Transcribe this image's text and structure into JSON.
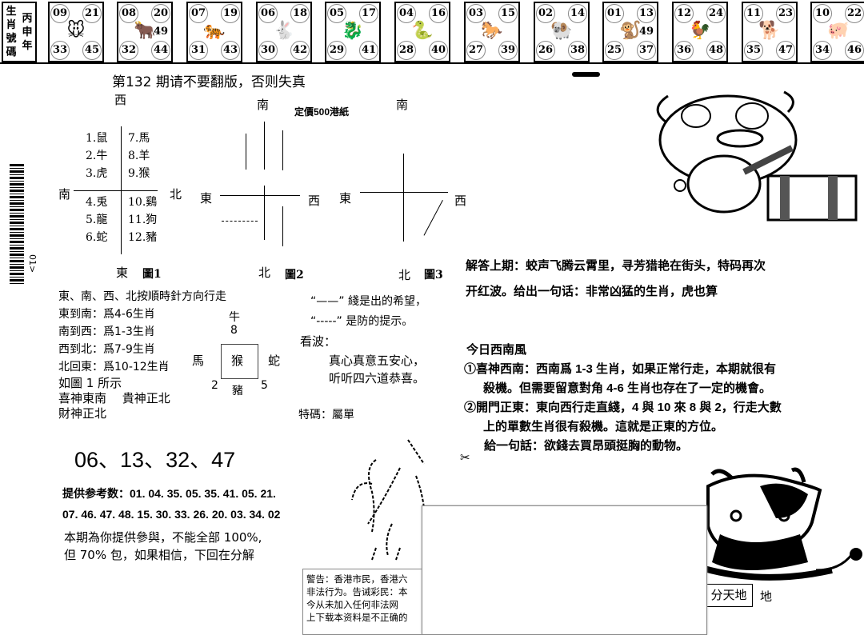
{
  "header": {
    "label_left_col": [
      "生",
      "肖",
      "號",
      "碼"
    ],
    "label_right_col": [
      "丙",
      "申",
      "年"
    ],
    "zodiac": [
      {
        "animal": "rat-icon",
        "glyph": "🐭",
        "tl": "09",
        "tr": "21",
        "bl": "33",
        "br": "45",
        "mr": ""
      },
      {
        "animal": "ox-icon",
        "glyph": "🐂",
        "tl": "08",
        "tr": "20",
        "bl": "32",
        "br": "44",
        "mr": "49"
      },
      {
        "animal": "tiger-icon",
        "glyph": "🐅",
        "tl": "07",
        "tr": "19",
        "bl": "31",
        "br": "43",
        "mr": ""
      },
      {
        "animal": "rabbit-icon",
        "glyph": "🐇",
        "tl": "06",
        "tr": "18",
        "bl": "30",
        "br": "42",
        "mr": ""
      },
      {
        "animal": "dragon-icon",
        "glyph": "🐉",
        "tl": "05",
        "tr": "17",
        "bl": "29",
        "br": "41",
        "mr": ""
      },
      {
        "animal": "snake-icon",
        "glyph": "🐍",
        "tl": "04",
        "tr": "16",
        "bl": "28",
        "br": "40",
        "mr": ""
      },
      {
        "animal": "horse-icon",
        "glyph": "🐎",
        "tl": "03",
        "tr": "15",
        "bl": "27",
        "br": "39",
        "mr": ""
      },
      {
        "animal": "sheep-icon",
        "glyph": "🐏",
        "tl": "02",
        "tr": "14",
        "bl": "26",
        "br": "38",
        "mr": ""
      },
      {
        "animal": "monkey-icon",
        "glyph": "🐒",
        "tl": "01",
        "tr": "13",
        "bl": "25",
        "br": "37",
        "mr": "49"
      },
      {
        "animal": "rooster-icon",
        "glyph": "🐓",
        "tl": "12",
        "tr": "24",
        "bl": "36",
        "br": "48",
        "mr": ""
      },
      {
        "animal": "dog-icon",
        "glyph": "🐕",
        "tl": "11",
        "tr": "23",
        "bl": "35",
        "br": "47",
        "mr": ""
      },
      {
        "animal": "pig-icon",
        "glyph": "🐖",
        "tl": "10",
        "tr": "22",
        "bl": "34",
        "br": "46",
        "mr": ""
      }
    ]
  },
  "issue_title": "第132 期请不要翻版，否则失真",
  "price": "定價500港紙",
  "figure1": {
    "top": "西",
    "left": "南",
    "right": "北",
    "bottom": "東",
    "caption": "圖1",
    "left_list": [
      "1.鼠",
      "2.牛",
      "3.虎",
      "4.兎",
      "5.龍",
      "6.蛇"
    ],
    "right_list": [
      "7.馬",
      "8.羊",
      "9.猴",
      "10.鷄",
      "11.狗",
      "12.豬"
    ]
  },
  "figure2": {
    "top": "南",
    "left": "東",
    "right": "西",
    "bottom": "北",
    "caption": "圖2"
  },
  "figure3": {
    "top": "南",
    "left": "東",
    "right": "西",
    "bottom": "北",
    "caption": "圖3"
  },
  "rules": {
    "title": "東、南、西、北按順時針方向行走",
    "items": [
      "東到南：爲4-6生肖",
      "南到西：爲1-3生肖",
      "西到北：爲7-9生肖",
      "北回東：爲10-12生肖"
    ],
    "note": "如圖 1 所示",
    "gods_line1": "喜神東南　 貴神正北",
    "gods_line2": "財神正北"
  },
  "compass_box": {
    "top": "牛",
    "top_num": "8",
    "left": "馬",
    "center": "猴",
    "right": "蛇",
    "bottom_left": "2",
    "bottom": "豬",
    "bottom_right": "5"
  },
  "legend": {
    "solid": "“——” 綫是出的希望，",
    "dashed": "“-----” 是防的提示。"
  },
  "kanbo": {
    "title": "看波：",
    "line1": "真心真意五安心，",
    "line2": "听听四六道恭喜。"
  },
  "tema": "特碼：屬單",
  "lucky_numbers": "06、13、32、47",
  "reference": {
    "line1": "提供参考数：01. 04. 35. 05. 35. 41. 05. 21.",
    "line2": "07. 46. 47. 48. 15. 30. 33. 26. 20. 03. 34. 02"
  },
  "promise": {
    "line1": "本期為你提供參與，不能全部 100%,",
    "line2": "但 70% 包，如果相信，下回在分解"
  },
  "answer": {
    "line1": "解答上期：蛟声飞腾云霄里，寻芳猎艳在街头，特码再次",
    "line2": "开红波。给出一句话：非常凶猛的生肖，虎也算"
  },
  "today": {
    "title": "今日西南風",
    "p1a": "①喜神西南：西南爲 1-3 生肖，如果正常行走，本期就很有",
    "p1b": "殺機。但需要留意對角 4-6 生肖也存在了一定的機會。",
    "p2a": "②開門正東：東向西行走直綫，4 與 10 來 8 與 2，行走大數",
    "p2b": "上的單數生肖很有殺機。這就是正東的方位。",
    "hint": "給一句話：欲錢去買昂頭挺胸的動物。"
  },
  "warning": {
    "l1": "警告：香港市民，香港六",
    "l2": "非法行为。告诫彩民：本",
    "l3": "今从未加入任何非法网",
    "l4": "上下载本资料是不正确的"
  },
  "tiandi": {
    "box": "分天地",
    "after": "地"
  },
  "barcode_text": "01>"
}
